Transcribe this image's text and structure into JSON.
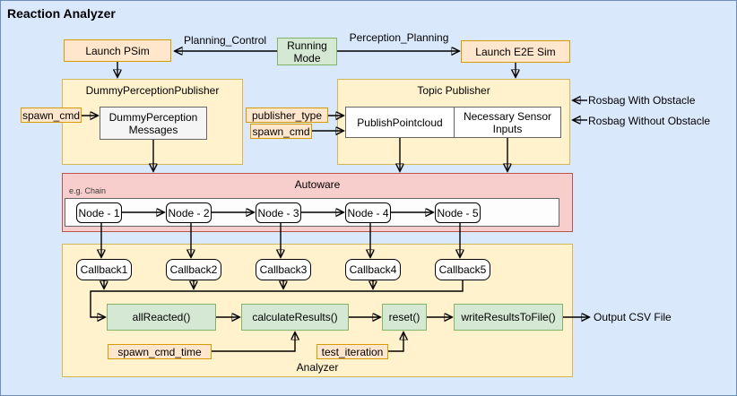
{
  "title": "Reaction Analyzer",
  "colors": {
    "background": "#dae8fc",
    "canvas_border": "#6c8ebf",
    "peach_fill": "#ffe6cc",
    "peach_border": "#d79b00",
    "yellow_fill": "#fff2cc",
    "yellow_border": "#d6b656",
    "green_fill": "#d5e8d4",
    "green_border": "#82b366",
    "pink_fill": "#f8cecc",
    "pink_border": "#b85450"
  },
  "top_row": {
    "launch_psim": "Launch PSim",
    "running_mode": "Running Mode",
    "launch_e2e": "Launch E2E Sim",
    "planning_control": "Planning_Control",
    "perception_planning": "Perception_Planning"
  },
  "dummy_publisher": {
    "title": "DummyPerceptionPublisher",
    "messages": "DummyPerception Messages",
    "spawn_cmd": "spawn_cmd"
  },
  "topic_publisher": {
    "title": "Topic Publisher",
    "publish_pointcloud": "PublishPointcloud",
    "necessary_sensor": "Necessary Sensor Inputs",
    "publisher_type": "publisher_type",
    "spawn_cmd": "spawn_cmd",
    "rosbag_with": "Rosbag With Obstacle",
    "rosbag_without": "Rosbag Without Obstacle"
  },
  "autoware": {
    "title": "Autoware",
    "chain_note": "e.g. Chain",
    "nodes": [
      "Node - 1",
      "Node - 2",
      "Node - 3",
      "Node - 4",
      "Node - 5"
    ]
  },
  "analyzer": {
    "label": "Analyzer",
    "callbacks": [
      "Callback1",
      "Callback2",
      "Callback3",
      "Callback4",
      "Callback5"
    ],
    "functions": [
      "allReacted()",
      "calculateResults()",
      "reset()",
      "writeResultsToFile()"
    ],
    "spawn_cmd_time": "spawn_cmd_time",
    "test_iteration": "test_iteration",
    "output": "Output CSV File"
  }
}
